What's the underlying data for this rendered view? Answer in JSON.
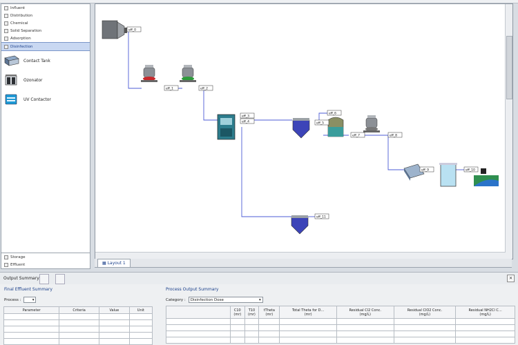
{
  "palette": {
    "categories": [
      "Influent",
      "Distribution",
      "Chemical",
      "Solid Separation",
      "Adsorption",
      "Disinfection"
    ],
    "selected": "Disinfection",
    "tools": [
      {
        "label": "Contact Tank",
        "icon": "contact-tank-icon"
      },
      {
        "label": "Ozonator",
        "icon": "ozonator-icon"
      },
      {
        "label": "UV Contactor",
        "icon": "uv-contactor-icon"
      }
    ],
    "bottom_categories": [
      "Storage",
      "Effluent"
    ]
  },
  "canvas": {
    "tab_label": "Layout 1",
    "stream_labels": [
      "eff_0",
      "eff_1",
      "eff_2",
      "eff_3",
      "eff_4",
      "eff_5",
      "eff_6",
      "eff_7",
      "eff_8",
      "eff_9",
      "eff_10",
      "eff_11"
    ]
  },
  "output": {
    "title": "Output Summary",
    "final_effluent": {
      "title": "Final Effluent Summary",
      "process_label": "Process :",
      "columns": [
        "Parameter",
        "Criteria",
        "Value",
        "Unit"
      ]
    },
    "process_output": {
      "title": "Process Output Summary",
      "category_label": "Category :",
      "category_value": "Disinfection Dose",
      "columns": [
        {
          "name": "C10",
          "unit": "(mr)"
        },
        {
          "name": "T10",
          "unit": "(mr)"
        },
        {
          "name": "tTheta",
          "unit": "(mr)"
        },
        {
          "name": "Total Theta for D...",
          "unit": "(mr)"
        },
        {
          "name": "Residual Cl2 Conc.",
          "unit": "(mg/L)"
        },
        {
          "name": "Residual ClO2 Conc.",
          "unit": "(mg/L)"
        },
        {
          "name": "Residual NH2Cl C...",
          "unit": "(mg/L)"
        }
      ]
    }
  },
  "colors": {
    "flow_line": "#4b5bd6",
    "selection": "#c9d8f2"
  }
}
